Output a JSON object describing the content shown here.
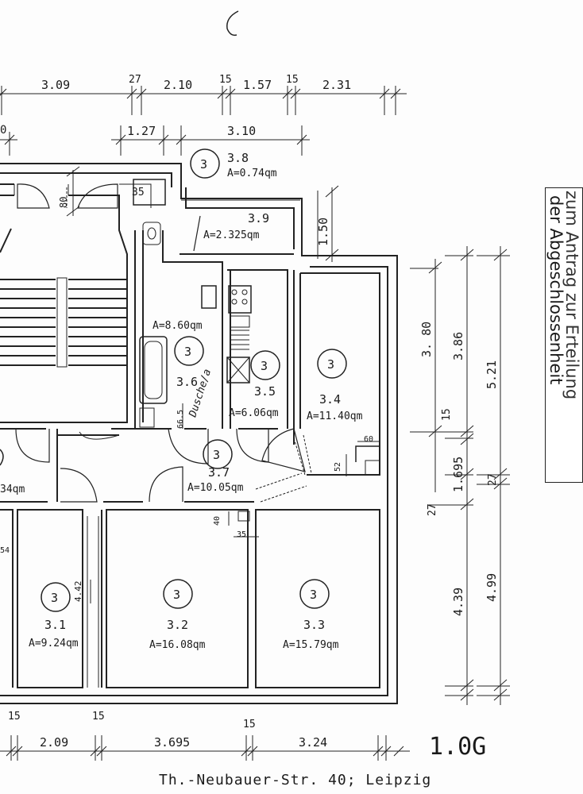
{
  "dimensions": {
    "top_row": [
      "3.09",
      "27",
      "2.10",
      "15",
      "1.57",
      "15",
      "2.31"
    ],
    "second_row": [
      "1.27",
      "3.10"
    ],
    "bottom_row": [
      "15",
      "2.09",
      "15",
      "3.695",
      "15",
      "3.24"
    ],
    "right_a": [
      "3. 80",
      "15",
      "1.695",
      "27",
      "4.39"
    ],
    "right_b": [
      "3.86",
      "5.21",
      "27",
      "4.99"
    ],
    "right_c": [
      "1.50"
    ],
    "small": [
      "80",
      "35",
      "66.5",
      "60",
      "52",
      "40",
      "35",
      "4.42",
      "54"
    ]
  },
  "rooms": [
    {
      "circle": "3",
      "number": "3.8",
      "area": "A=0.74qm"
    },
    {
      "number": "3.9",
      "area": "A=2.325qm"
    },
    {
      "circle": "3",
      "number": "3.6",
      "area": "A=8.60qm"
    },
    {
      "circle": "3",
      "number": "3.5",
      "area": "A=6.06qm"
    },
    {
      "circle": "3",
      "number": "3.4",
      "area": "A=11.40qm"
    },
    {
      "circle": "3",
      "number": "3.7",
      "area": "A=10.05qm"
    },
    {
      "circle": "3",
      "number": "3.1",
      "area": "A=9.24qm"
    },
    {
      "circle": "3",
      "number": "3.2",
      "area": "A=16.08qm"
    },
    {
      "circle": "3",
      "number": "3.3",
      "area": "A=15.79qm"
    }
  ],
  "partial_area": "34qm",
  "handwritten_note": "Dusche/a",
  "floor_label": "1.0G",
  "address": "Th.-Neubauer-Str. 40; Leipzig",
  "stamp": {
    "line1": "zum Antrag zur Erteilung",
    "line2": "der Abgeschlossenheit"
  }
}
